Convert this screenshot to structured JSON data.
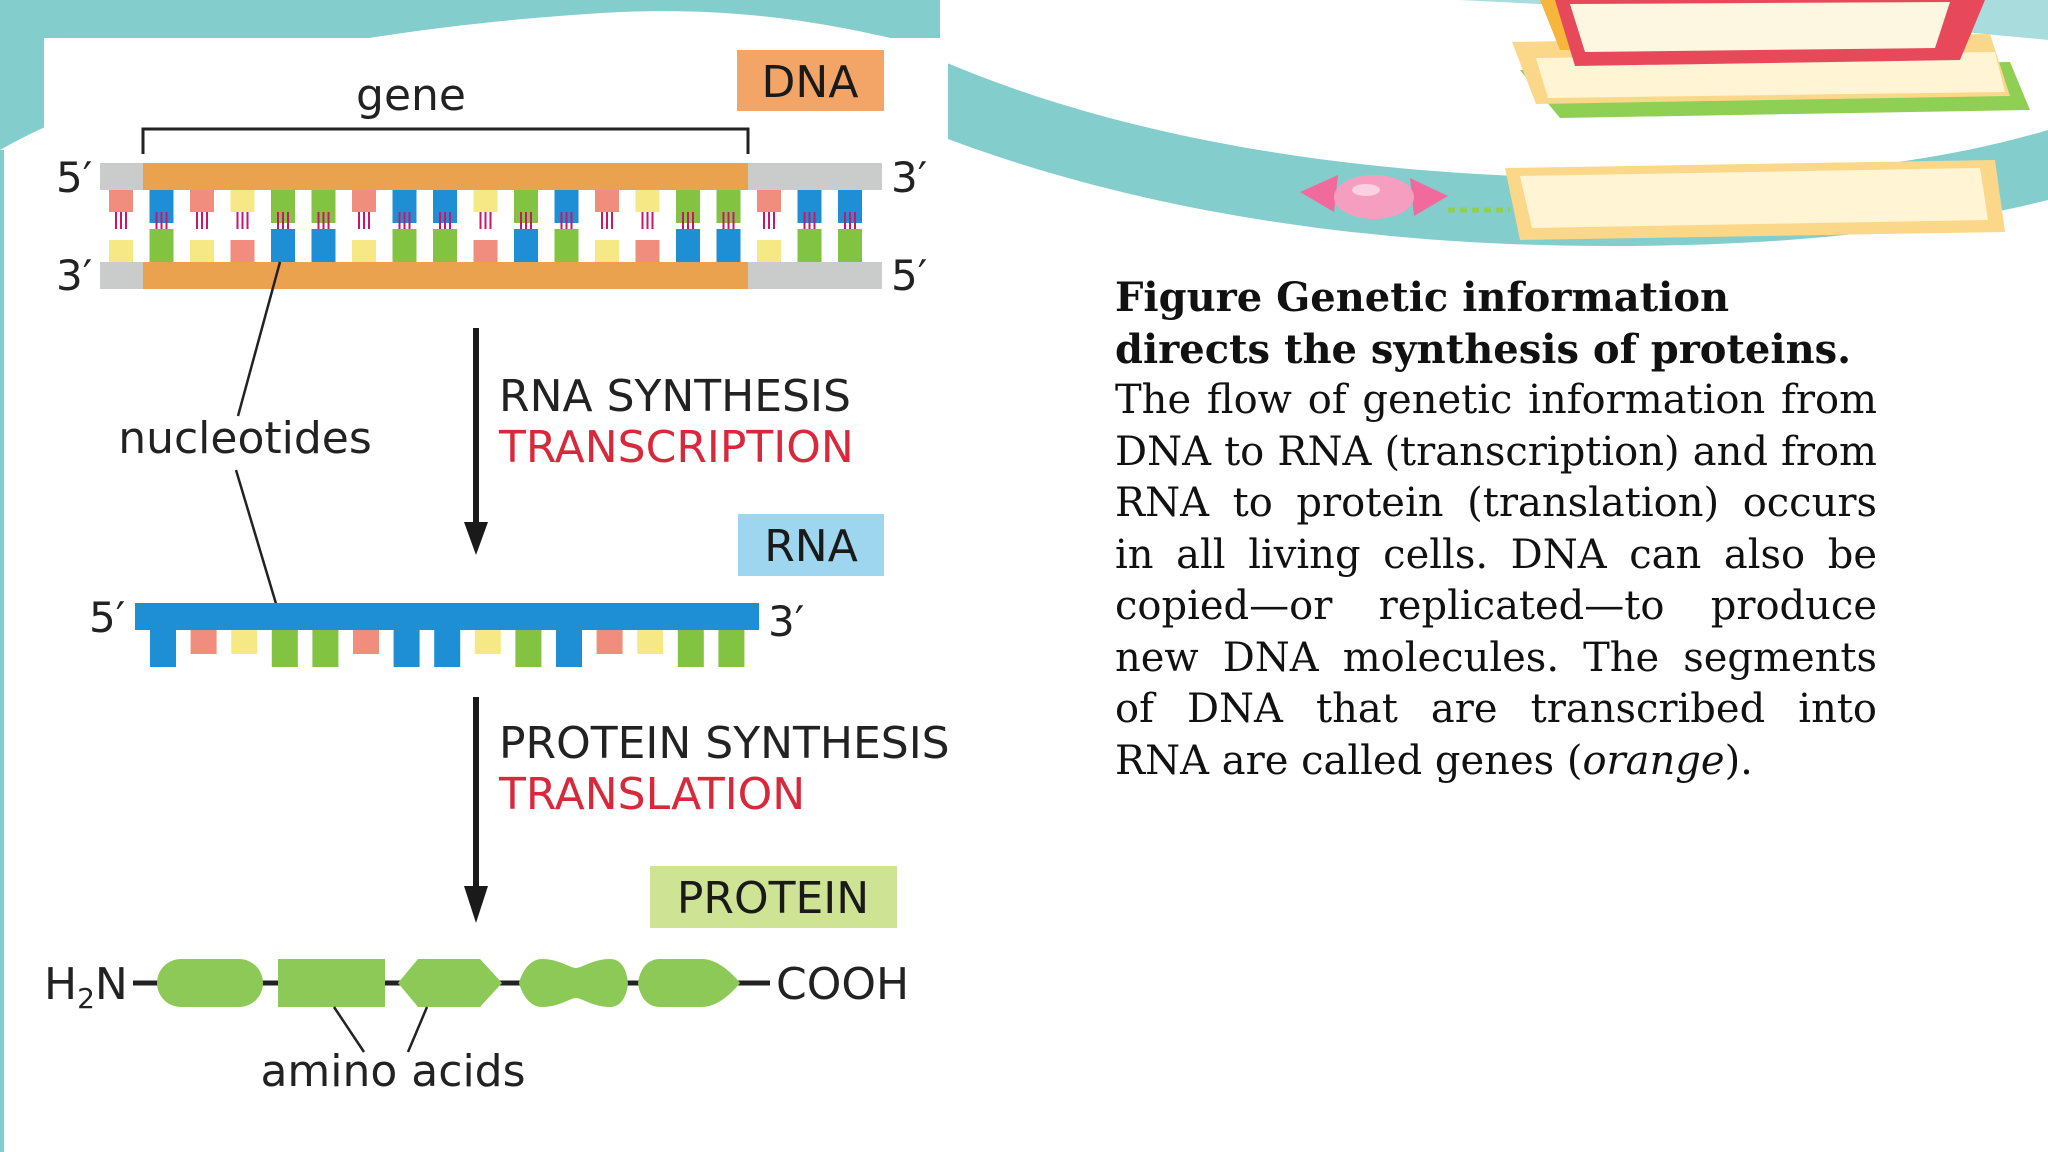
{
  "diagram": {
    "gene_label": "gene",
    "dna_tag": "DNA",
    "rna_tag": "RNA",
    "protein_tag": "PROTEIN",
    "five_prime": "5′",
    "three_prime": "3′",
    "nucleotides_label": "nucleotides",
    "rna_synthesis": "RNA SYNTHESIS",
    "transcription": "TRANSCRIPTION",
    "protein_synthesis": "PROTEIN SYNTHESIS",
    "translation": "TRANSLATION",
    "n_terminus_h": "H",
    "n_terminus_sub": "2",
    "n_terminus_n": "N",
    "c_terminus": "COOH",
    "amino_acids_label": "amino acids"
  },
  "caption": {
    "title": "Figure Genetic information directs the synthesis of proteins.",
    "body_start": "The flow of genetic information from DNA to RNA (transcription) and from RNA to protein (translation) occurs in all living cells. DNA can also be copied—or replicated—to produce new DNA molecules. The segments of DNA that are transcribed into RNA are called genes (",
    "body_italic": "orange",
    "body_end": ")."
  },
  "colors": {
    "teal": "#84cdcd",
    "gene_orange": "#eba24f",
    "backbone_grey": "#c9cccb",
    "tag_orange": "#f2a567",
    "tag_blue": "#9fd6ef",
    "tag_green": "#cfe394",
    "base_blue": "#1e8fd5",
    "base_green": "#82c341",
    "base_red": "#f08d7d",
    "base_yellow": "#f6e985",
    "hbond_magenta": "#c8166a",
    "amino_green": "#8dc956",
    "red_text": "#d8283c"
  }
}
